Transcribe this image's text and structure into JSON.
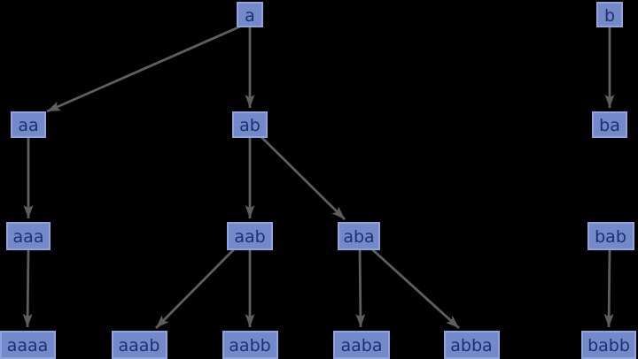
{
  "diagram": {
    "title": "prefix-tree-graph",
    "background_color": "#000000",
    "node_style": {
      "fill_color": "#7389CA",
      "border_color": "#8FA3DC",
      "text_color": "#1A3170"
    },
    "edge_color": "#5E5E5E",
    "nodes": [
      {
        "id": "a",
        "label": "a"
      },
      {
        "id": "b",
        "label": "b"
      },
      {
        "id": "aa",
        "label": "aa"
      },
      {
        "id": "ab",
        "label": "ab"
      },
      {
        "id": "ba",
        "label": "ba"
      },
      {
        "id": "aaa",
        "label": "aaa"
      },
      {
        "id": "aab",
        "label": "aab"
      },
      {
        "id": "aba",
        "label": "aba"
      },
      {
        "id": "bab",
        "label": "bab"
      },
      {
        "id": "aaaa",
        "label": "aaaa"
      },
      {
        "id": "aaab",
        "label": "aaab"
      },
      {
        "id": "aabb",
        "label": "aabb"
      },
      {
        "id": "aaba",
        "label": "aaba"
      },
      {
        "id": "abba",
        "label": "abba"
      },
      {
        "id": "babb",
        "label": "babb"
      }
    ],
    "edges": [
      {
        "from": "a",
        "to": "aa"
      },
      {
        "from": "a",
        "to": "ab"
      },
      {
        "from": "b",
        "to": "ba"
      },
      {
        "from": "aa",
        "to": "aaa"
      },
      {
        "from": "ab",
        "to": "aab"
      },
      {
        "from": "ab",
        "to": "aba"
      },
      {
        "from": "aaa",
        "to": "aaaa"
      },
      {
        "from": "aab",
        "to": "aaab"
      },
      {
        "from": "aab",
        "to": "aabb"
      },
      {
        "from": "aba",
        "to": "aaba"
      },
      {
        "from": "aba",
        "to": "abba"
      },
      {
        "from": "bab",
        "to": "babb"
      }
    ]
  }
}
